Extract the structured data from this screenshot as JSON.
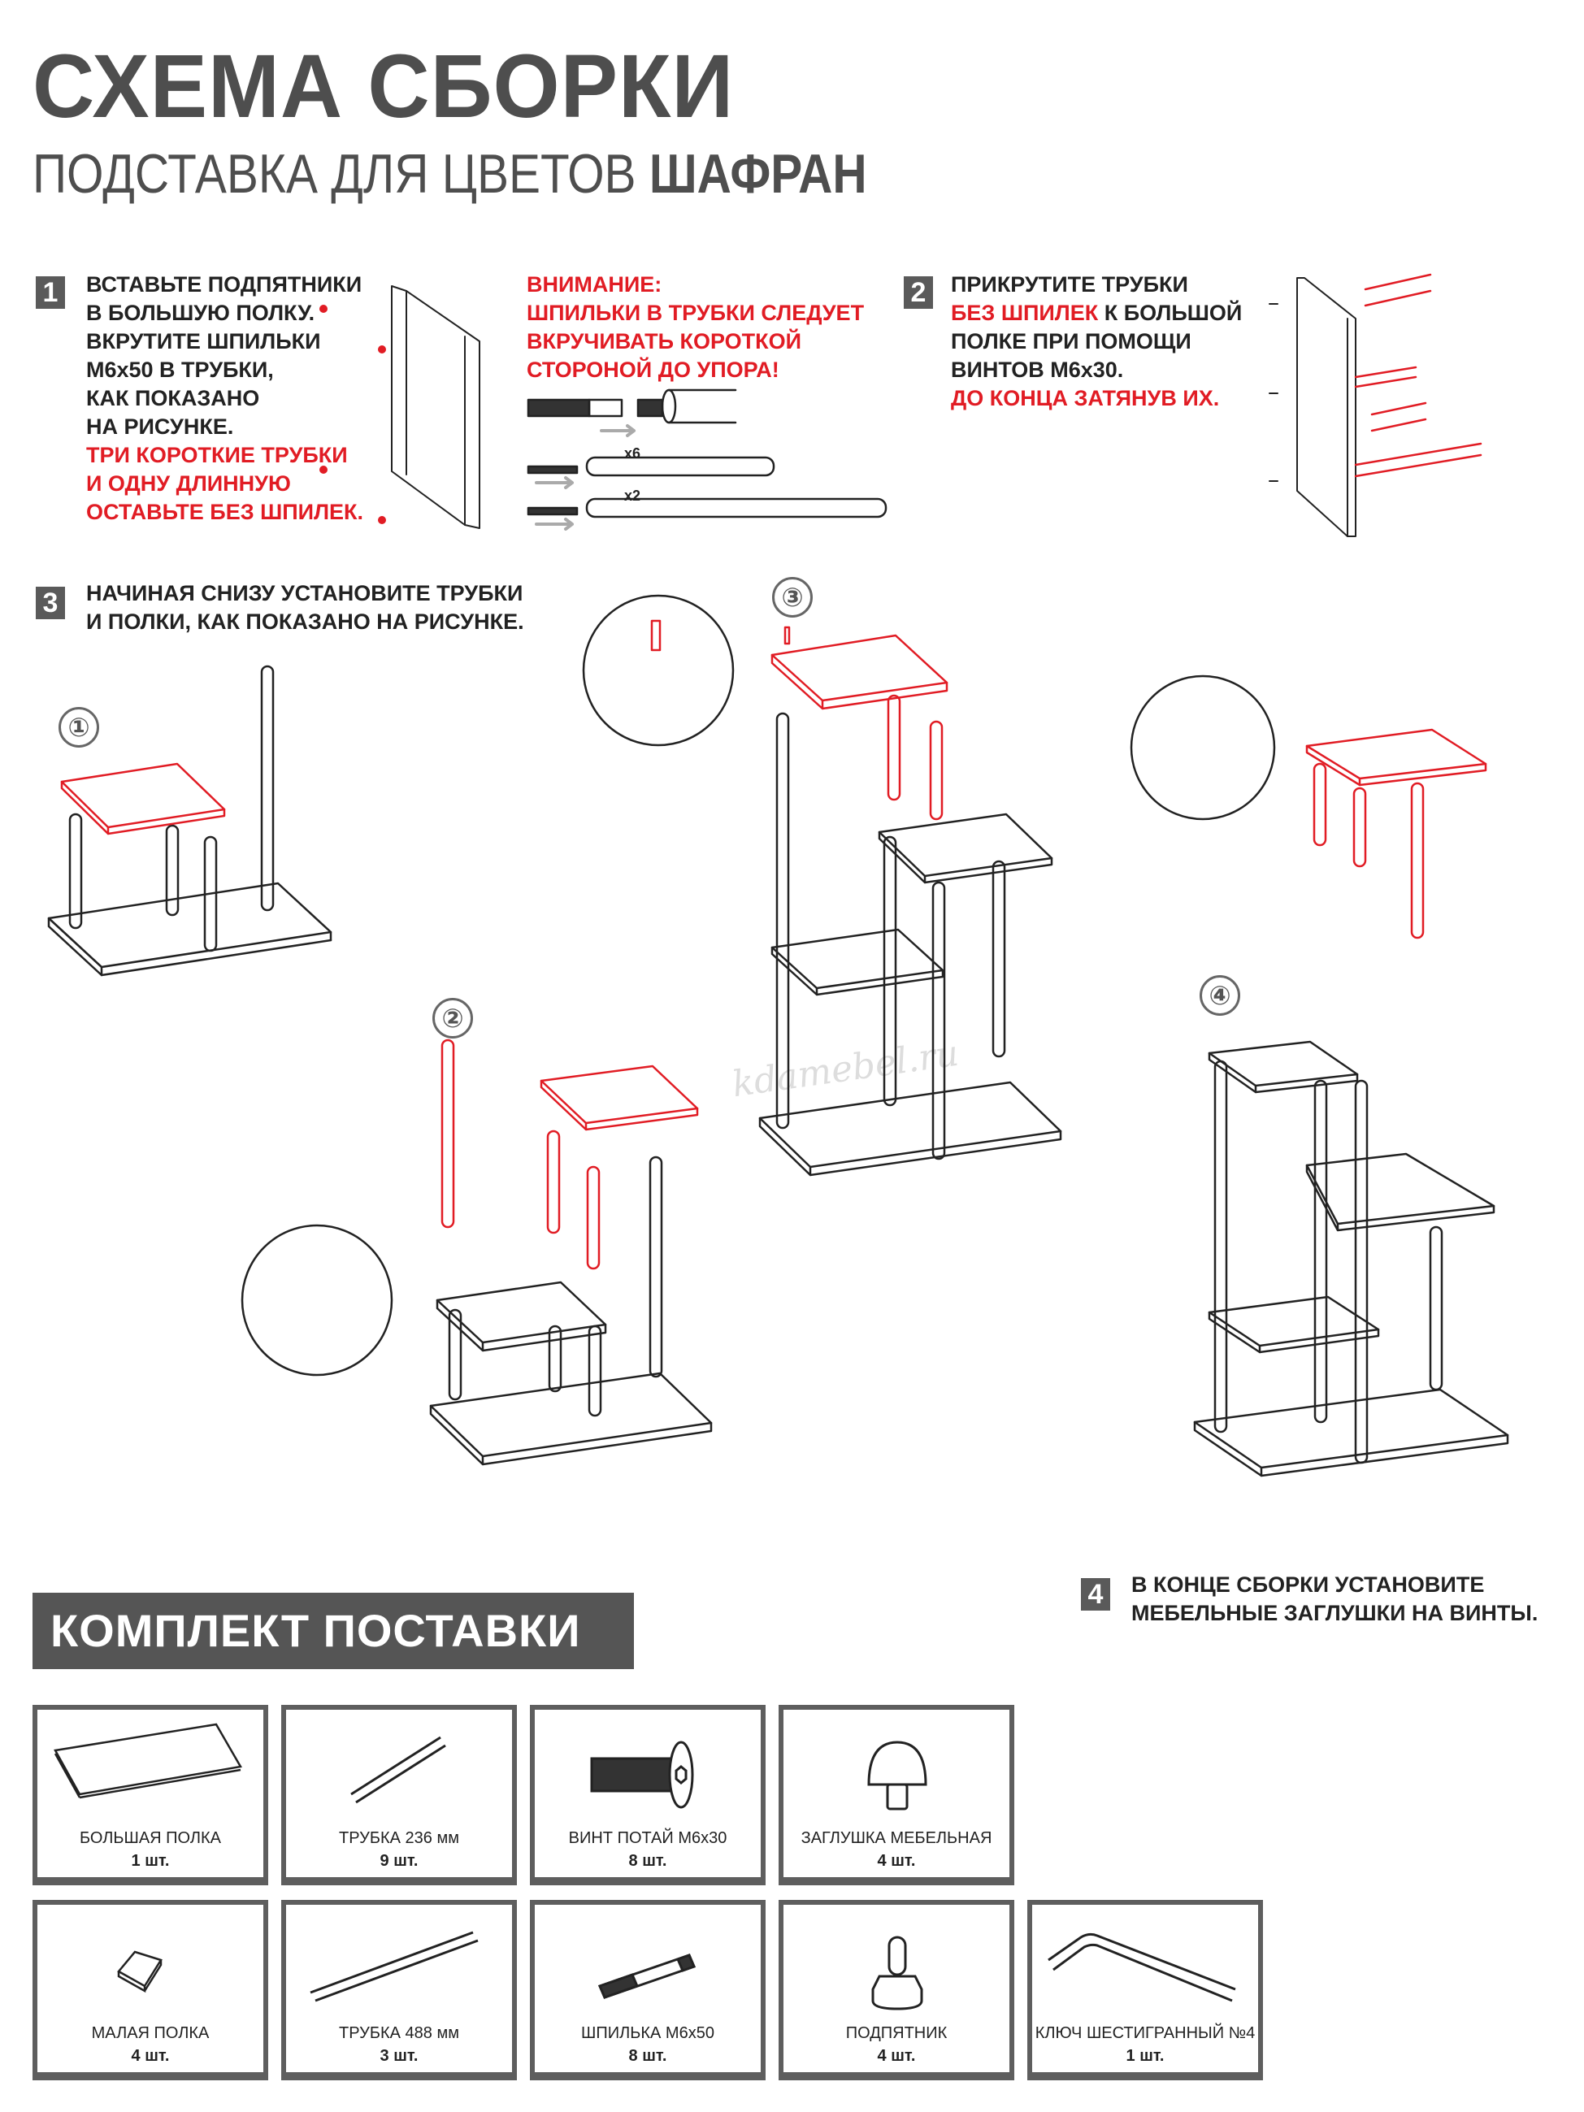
{
  "header": {
    "title": "СХЕМА СБОРКИ",
    "subtitle_regular": "ПОДСТАВКА ДЛЯ ЦВЕТОВ ",
    "subtitle_bold": "ШАФРАН"
  },
  "colors": {
    "accent_red": "#e11c24",
    "dark_gray": "#555555",
    "text": "#222222"
  },
  "steps": [
    {
      "number": "1",
      "lines": [
        "ВСТАВЬТЕ ПОДПЯТНИКИ",
        "В БОЛЬШУЮ ПОЛКУ.",
        "ВКРУТИТЕ ШПИЛЬКИ",
        "М6х50 В ТРУБКИ,",
        "КАК ПОКАЗАНО",
        "НА РИСУНКЕ."
      ],
      "red_lines": [
        "ТРИ КОРОТКИЕ ТРУБКИ",
        "И ОДНУ ДЛИННУЮ",
        "ОСТАВЬТЕ БЕЗ ШПИЛЕК."
      ]
    },
    {
      "number": "2",
      "line1": "ПРИКРУТИТЕ ТРУБКИ",
      "line2_red": "БЕЗ ШПИЛЕК",
      "line2_rest": " К БОЛЬШОЙ",
      "line3": "ПОЛКЕ ПРИ ПОМОЩИ",
      "line4": "ВИНТОВ М6х30.",
      "line5_red": "ДО КОНЦА ЗАТЯНУВ ИХ."
    },
    {
      "number": "3",
      "lines": [
        "НАЧИНАЯ СНИЗУ УСТАНОВИТЕ ТРУБКИ",
        "И ПОЛКИ, КАК ПОКАЗАНО НА РИСУНКЕ."
      ]
    },
    {
      "number": "4",
      "lines": [
        "В КОНЦЕ СБОРКИ УСТАНОВИТЕ",
        "МЕБЕЛЬНЫЕ ЗАГЛУШКИ НА ВИНТЫ."
      ]
    }
  ],
  "warning": {
    "lines": [
      "ВНИМАНИЕ:",
      "ШПИЛЬКИ В ТРУБКИ СЛЕДУЕТ",
      "ВКРУЧИВАТЬ КОРОТКОЙ",
      "СТОРОНОЙ ДО УПОРА!"
    ],
    "count_short": "x6",
    "count_long": "x2"
  },
  "sub_steps": [
    "①",
    "②",
    "③",
    "④"
  ],
  "watermark": "kdamebel.ru",
  "kit": {
    "title": "КОМПЛЕКТ ПОСТАВКИ",
    "items": [
      {
        "name": "БОЛЬШАЯ ПОЛКА",
        "qty": "1 шт.",
        "icon": "large-shelf-icon"
      },
      {
        "name": "ТРУБКА 236 мм",
        "qty": "9 шт.",
        "icon": "short-tube-icon"
      },
      {
        "name": "ВИНТ ПОТАЙ М6х30",
        "qty": "8 шт.",
        "icon": "countersunk-screw-icon"
      },
      {
        "name": "ЗАГЛУШКА МЕБЕЛЬНАЯ",
        "qty": "4 шт.",
        "icon": "furniture-cap-icon"
      },
      {
        "name": "МАЛАЯ ПОЛКА",
        "qty": "4 шт.",
        "icon": "small-shelf-icon"
      },
      {
        "name": "ТРУБКА 488 мм",
        "qty": "3 шт.",
        "icon": "long-tube-icon"
      },
      {
        "name": "ШПИЛЬКА М6х50",
        "qty": "8 шт.",
        "icon": "threaded-stud-icon"
      },
      {
        "name": "ПОДПЯТНИК",
        "qty": "4 шт.",
        "icon": "foot-pad-icon"
      },
      {
        "name": "КЛЮЧ ШЕСТИГРАННЫЙ №4",
        "qty": "1 шт.",
        "icon": "hex-key-icon"
      }
    ]
  }
}
